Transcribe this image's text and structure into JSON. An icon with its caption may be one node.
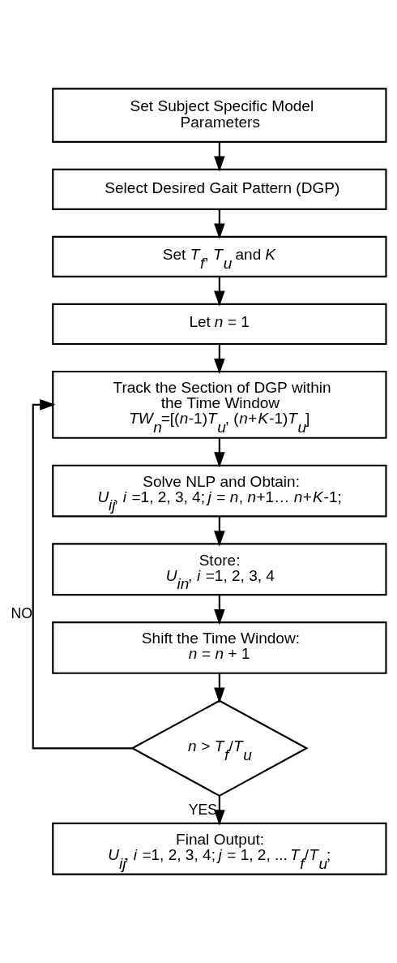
{
  "diagram": {
    "nodes": [
      {
        "text": [
          "Set Subject Specific Model Parameters"
        ]
      },
      {
        "text": [
          "Select Desired Gait Pattern (DGP)"
        ]
      },
      {
        "text": [
          "Set *T*$_{f}$, *T*$_{u}$ and *K*"
        ]
      },
      {
        "text": [
          "Let *n* = 1"
        ]
      },
      {
        "text": [
          "Track the Section of DGP within the Time Window",
          "*TW*$_{n}$=[(*n*-1)*T*$_{u}$, (*n*+*K*-1)*T*$_{u}$]"
        ]
      },
      {
        "text": [
          "Solve NLP and Obtain:",
          "*U*$_{ij}$, *i* =1, 2, 3, 4; *j* = *n*, *n*+1… *n*+*K*-1;"
        ]
      },
      {
        "text": [
          "Store:",
          "*U*$_{in}$, *i* =1, 2, 3, 4"
        ]
      },
      {
        "text": [
          "Shift the Time Window:",
          "*n* = *n* + 1"
        ]
      },
      {
        "text": [
          "*n* > *T*$_{f}$/*T*$_{u}$"
        ]
      },
      {
        "text": [
          "Final Output:",
          "*U*$_{ij}$, *i* =1, 2, 3, 4; *j* = 1, 2, ... *T*$_{f}$/*T*$_{u}$;"
        ]
      }
    ],
    "edges": [
      {
        "from": 0,
        "to": 1,
        "arrow": "to"
      },
      {
        "from": 1,
        "to": 2,
        "arrow": "to"
      },
      {
        "from": 2,
        "to": 3,
        "arrow": "to"
      },
      {
        "from": 3,
        "to": 4,
        "arrow": "to"
      },
      {
        "from": 4,
        "to": 5,
        "arrow": "to"
      },
      {
        "from": 5,
        "to": 6,
        "arrow": "to"
      },
      {
        "from": 6,
        "to": 7,
        "arrow": "to"
      },
      {
        "from": 7,
        "to": 8,
        "arrow": "to"
      },
      {
        "from": 8,
        "to": 4,
        "arrow": "to",
        "label": "NO"
      },
      {
        "from": 8,
        "to": 9,
        "arrow": "to",
        "label": "YES"
      }
    ]
  }
}
